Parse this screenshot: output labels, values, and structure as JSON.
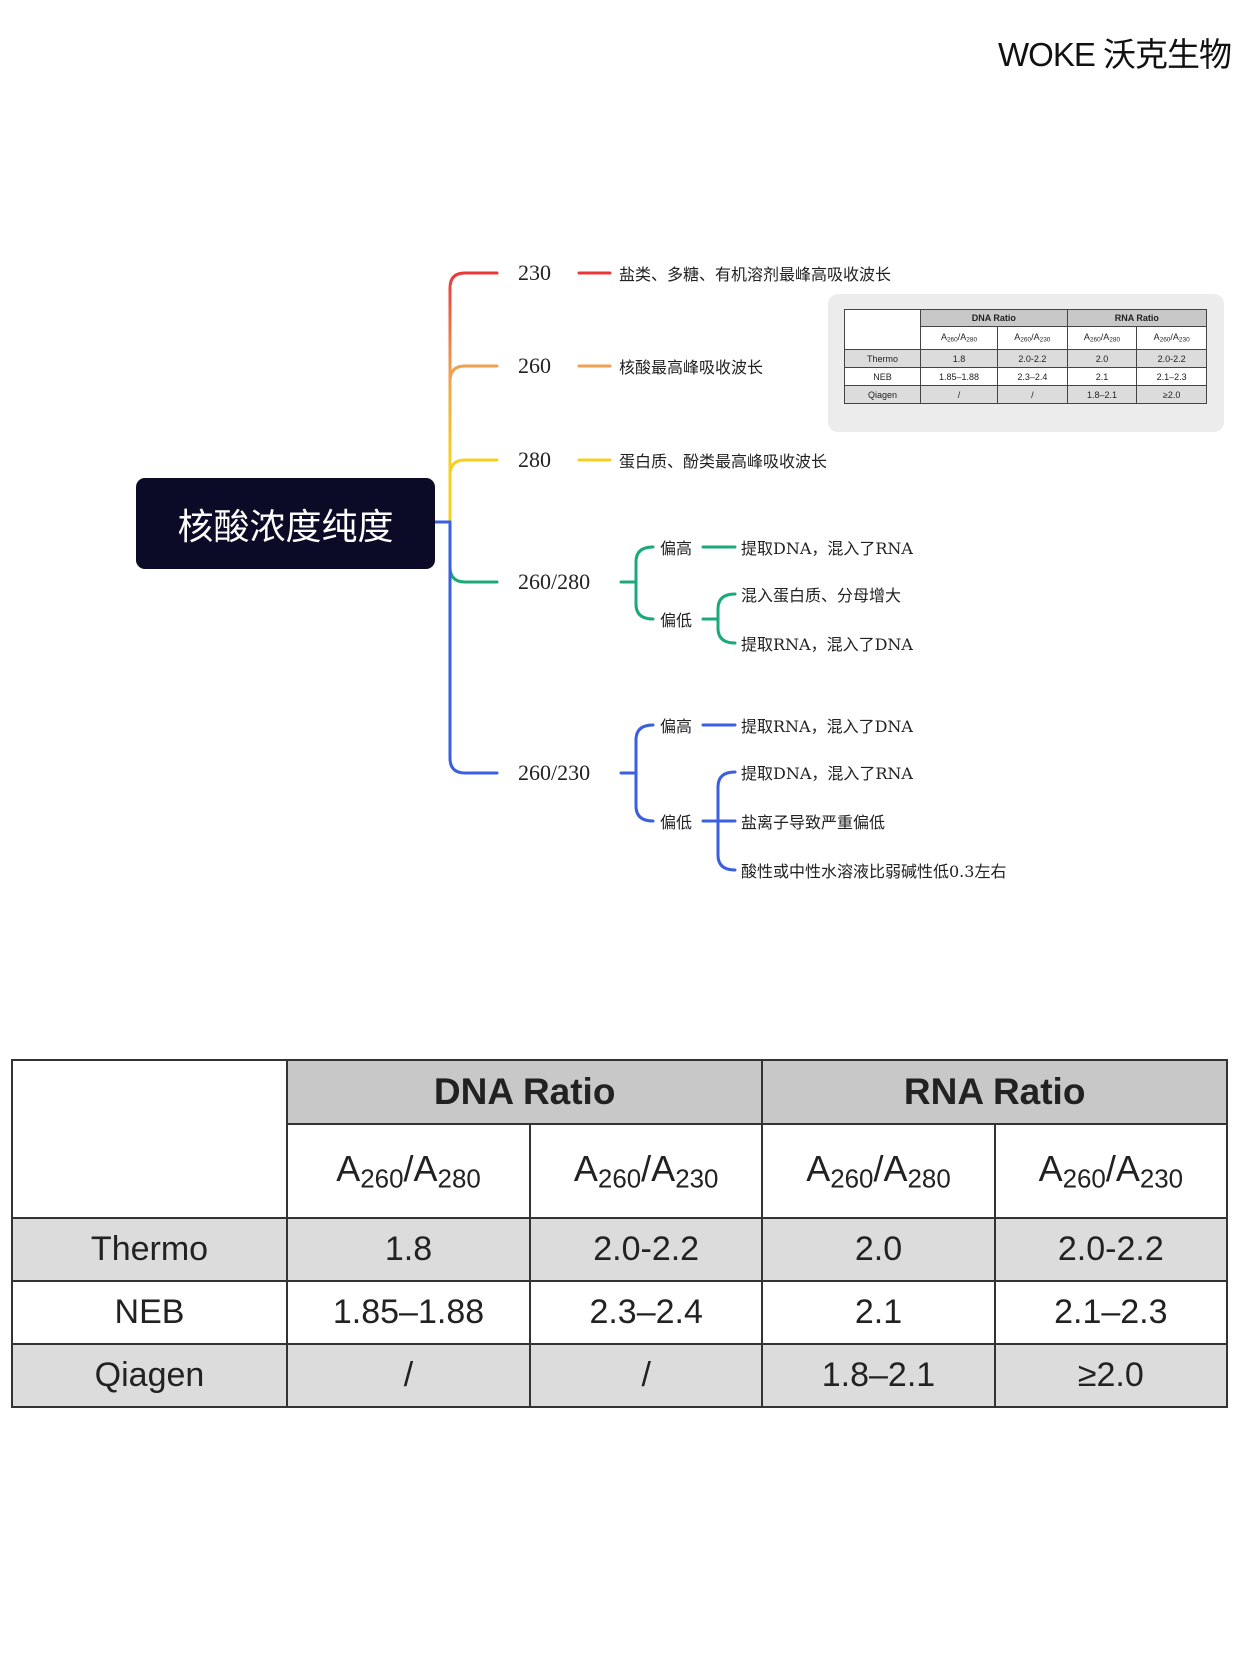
{
  "logo": "WOKE 沃克生物",
  "center": "核酸浓度纯度",
  "colors": {
    "red": "#e8383a",
    "orange": "#f0a050",
    "yellow": "#f5d020",
    "green": "#1aaa78",
    "blue": "#3a5fe0",
    "center_bg": "#0b0b28"
  },
  "branches": [
    {
      "label": "230",
      "desc": "盐类、多糖、有机溶剂最峰高吸收波长"
    },
    {
      "label": "260",
      "desc": "核酸最高峰吸收波长"
    },
    {
      "label": "280",
      "desc": "蛋白质、酚类最高峰吸收波长"
    },
    {
      "label": "260/280",
      "high": "偏高",
      "high_items": [
        "提取DNA，混入了RNA"
      ],
      "low": "偏低",
      "low_items": [
        "混入蛋白质、分母增大",
        "提取RNA，混入了DNA"
      ]
    },
    {
      "label": "260/230",
      "high": "偏高",
      "high_items": [
        "提取RNA，混入了DNA"
      ],
      "low": "偏低",
      "low_items": [
        "提取DNA，混入了RNA",
        "盐离子导致严重偏低",
        "酸性或中性水溶液比弱碱性低0.3左右"
      ]
    }
  ],
  "table": {
    "groups": [
      "DNA Ratio",
      "RNA Ratio"
    ],
    "sub": [
      {
        "a": "260",
        "b": "280"
      },
      {
        "a": "260",
        "b": "230"
      },
      {
        "a": "260",
        "b": "280"
      },
      {
        "a": "260",
        "b": "230"
      }
    ],
    "sub_letter": "A",
    "rows": [
      {
        "name": "Thermo",
        "values": [
          "1.8",
          "2.0-2.2",
          "2.0",
          "2.0-2.2"
        ]
      },
      {
        "name": "NEB",
        "values": [
          "1.85–1.88",
          "2.3–2.4",
          "2.1",
          "2.1–2.3"
        ]
      },
      {
        "name": "Qiagen",
        "values": [
          "/",
          "/",
          "1.8–2.1",
          "≥2.0"
        ]
      }
    ]
  }
}
